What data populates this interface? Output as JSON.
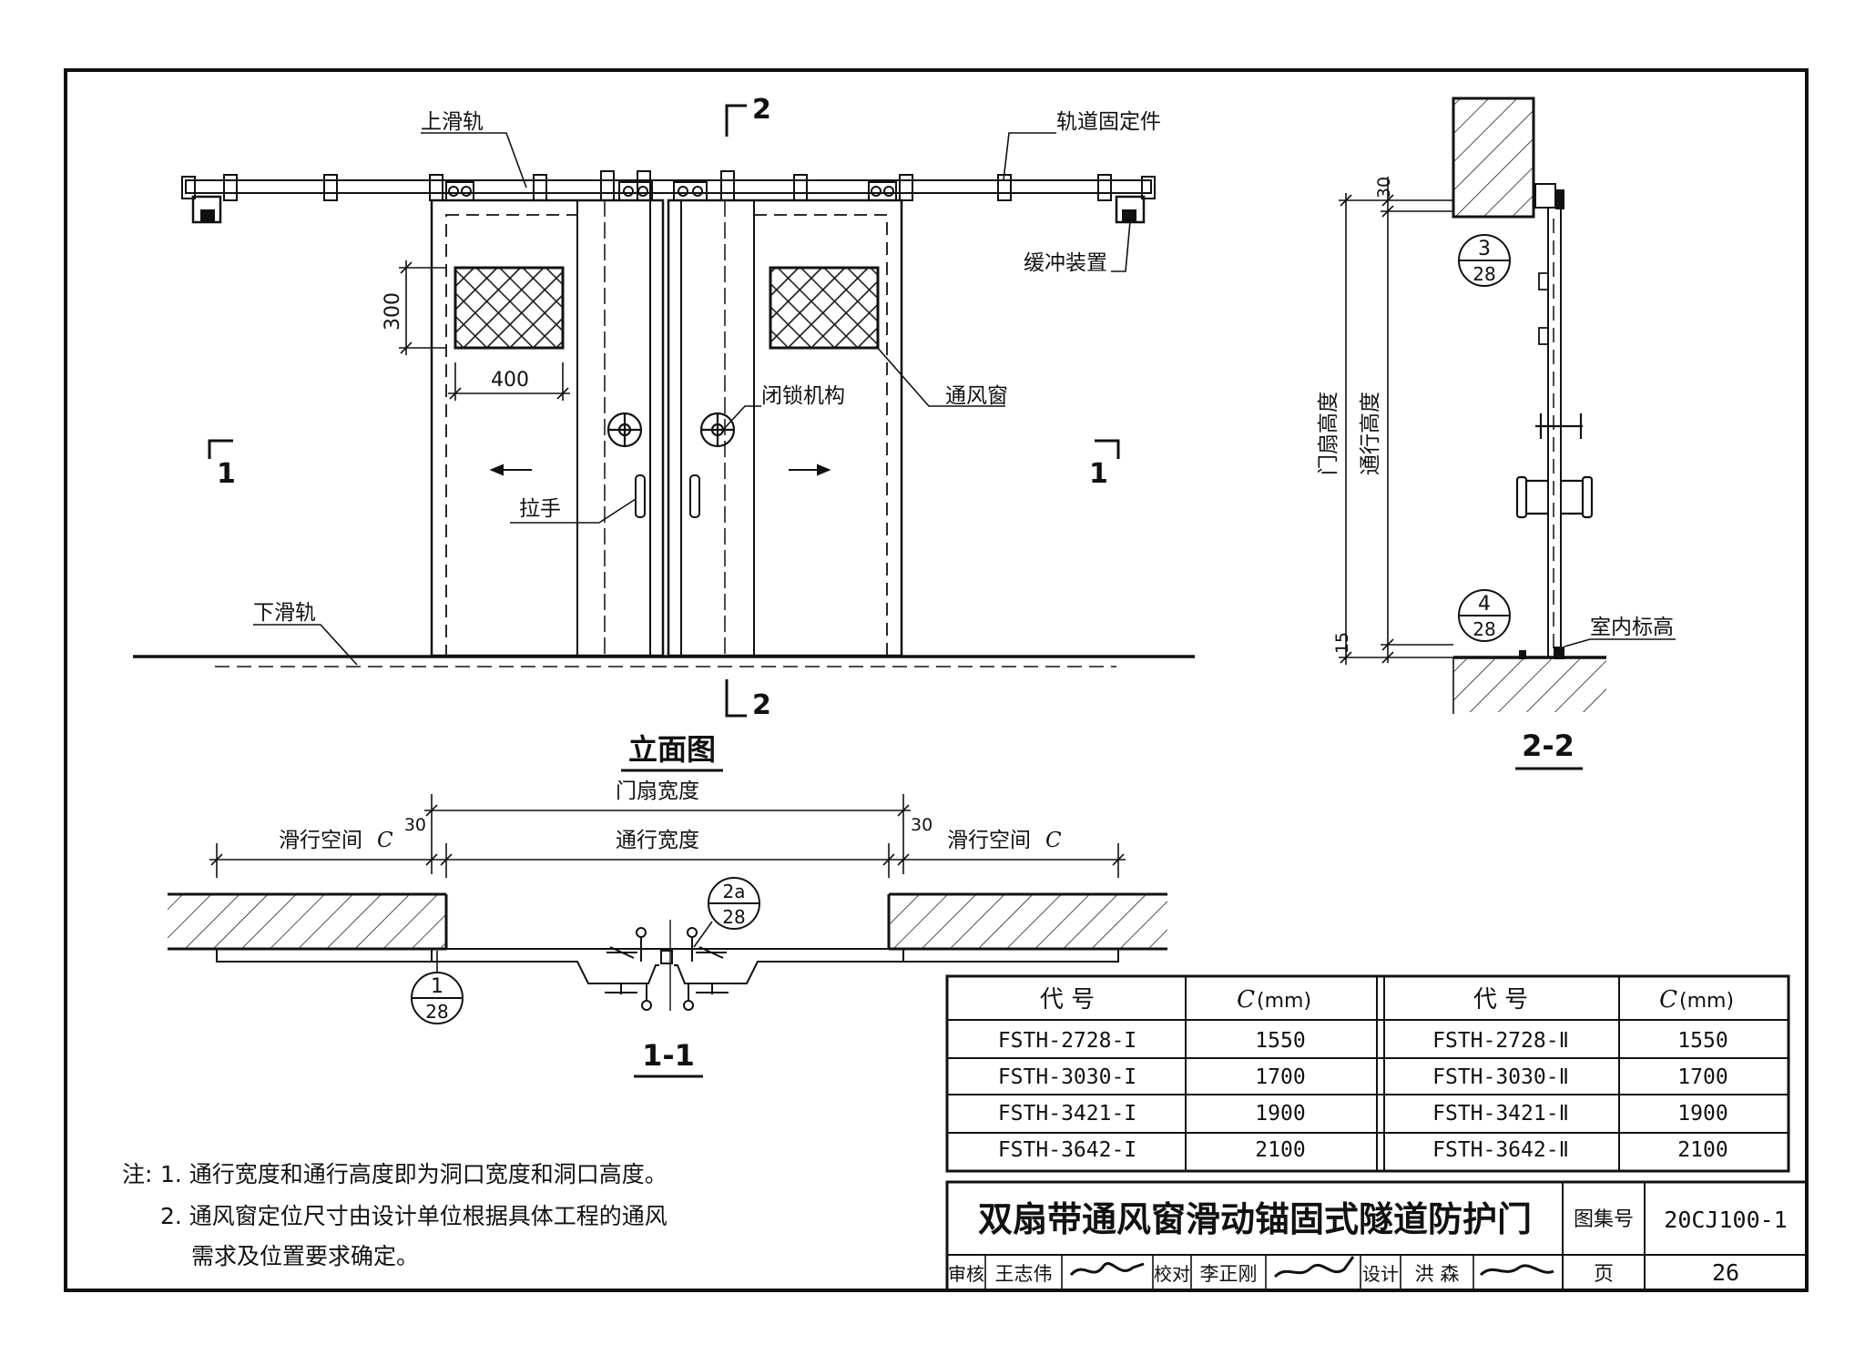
{
  "elevation": {
    "title": "立面图",
    "labels": {
      "top_rail": "上滑轨",
      "rail_fixer": "轨道固定件",
      "buffer": "缓冲装置",
      "vent": "通风窗",
      "lock": "闭锁机构",
      "handle": "拉手",
      "bottom_rail": "下滑轨"
    },
    "dims": {
      "vent_h": "300",
      "vent_w": "400"
    },
    "section_marks": {
      "s1": "1",
      "s2": "2"
    }
  },
  "section_2_2": {
    "title": "2-2",
    "dims": {
      "top": "30",
      "bottom": "15"
    },
    "labels": {
      "door_height": "门扇高度",
      "pass_height": "通行高度",
      "floor": "室内标高"
    },
    "refs": [
      {
        "num": "3",
        "page": "28"
      },
      {
        "num": "4",
        "page": "28"
      }
    ]
  },
  "section_1_1": {
    "title": "1-1",
    "labels": {
      "door_width": "门扇宽度",
      "pass_width": "通行宽度",
      "slide_left": "滑行空间",
      "slide_right": "滑行空间",
      "c": "C",
      "gap_l": "30",
      "gap_r": "30"
    },
    "refs": [
      {
        "num": "2a",
        "page": "28"
      },
      {
        "num": "1",
        "page": "28"
      }
    ]
  },
  "table": {
    "headers": [
      "代 号",
      "C",
      "(mm)",
      "代 号",
      "C",
      "(mm)"
    ],
    "rows": [
      [
        "FSTH-2728-I",
        "1550",
        "FSTH-2728-Ⅱ",
        "1550"
      ],
      [
        "FSTH-3030-I",
        "1700",
        "FSTH-3030-Ⅱ",
        "1700"
      ],
      [
        "FSTH-3421-I",
        "1900",
        "FSTH-3421-Ⅱ",
        "1900"
      ],
      [
        "FSTH-3642-I",
        "2100",
        "FSTH-3642-Ⅱ",
        "2100"
      ]
    ]
  },
  "notes": {
    "prefix": "注:",
    "n1": "1. 通行宽度和通行高度即为洞口宽度和洞口高度。",
    "n2a": "2. 通风窗定位尺寸由设计单位根据具体工程的通风",
    "n2b": "需求及位置要求确定。"
  },
  "title_block": {
    "title": "双扇带通风窗滑动锚固式隧道防护门",
    "atlas_label": "图集号",
    "atlas_no": "20CJ100-1",
    "review_label": "审核",
    "reviewer": "王志伟",
    "check_label": "校对",
    "checker": "李正刚",
    "design_label": "设计",
    "designer": "洪  森",
    "page_label": "页",
    "page_no": "26"
  }
}
